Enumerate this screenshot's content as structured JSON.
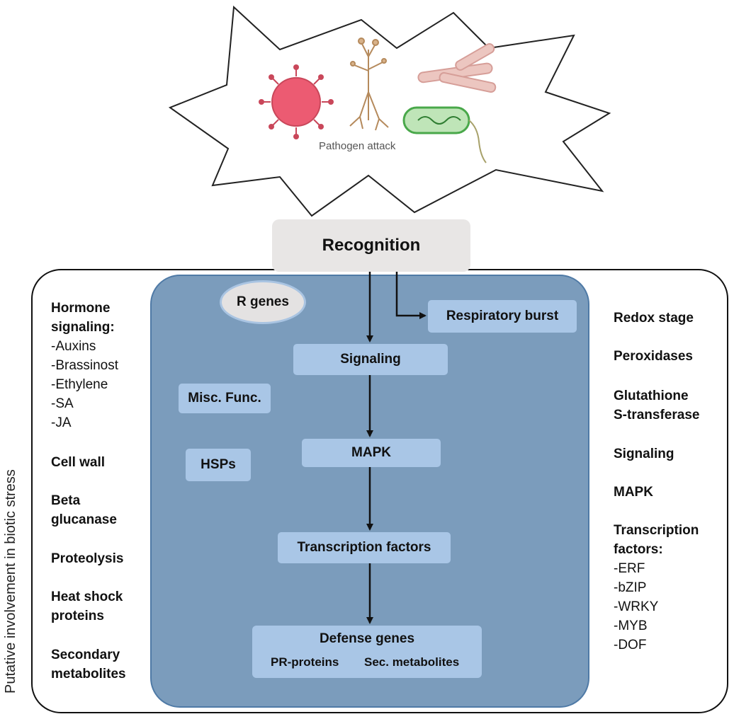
{
  "pathogen": {
    "label": "Pathogen attack"
  },
  "recognition": "Recognition",
  "cell": {
    "r_genes": "R genes",
    "respiratory_burst": "Respiratory burst",
    "signaling": "Signaling",
    "misc": "Misc. Func.",
    "hsps": "HSPs",
    "mapk": "MAPK",
    "transcription_factors": "Transcription factors",
    "defense": {
      "title": "Defense genes",
      "pr": "PR-proteins",
      "sec": "Sec. metabolites"
    }
  },
  "left_panel": {
    "hormone_title_1": "Hormone",
    "hormone_title_2": "signaling:",
    "hormones": [
      "-Auxins",
      "-Brassinost",
      "-Ethylene",
      "-SA",
      "-JA"
    ],
    "cell_wall": "Cell wall",
    "beta_1": "Beta",
    "beta_2": "glucanase",
    "proteolysis": "Proteolysis",
    "heat_1": "Heat shock",
    "heat_2": "proteins",
    "secondary_1": "Secondary",
    "secondary_2": "metabolites"
  },
  "right_panel": {
    "redox": "Redox stage",
    "peroxidases": "Peroxidases",
    "glutathione_1": "Glutathione",
    "glutathione_2": "S-transferase",
    "signaling": "Signaling",
    "mapk": "MAPK",
    "tf_1": "Transcription",
    "tf_2": "factors:",
    "tfs": [
      "-ERF",
      "-bZIP",
      "-WRKY",
      "-MYB",
      "-DOF"
    ]
  },
  "vertical_label": "Putative involvement in biotic stress",
  "colors": {
    "cell": "#7b9cbc",
    "box": "#a9c6e6",
    "recognition": "#e8e6e5",
    "virus": "#e8556a",
    "bacterium": "#5cb85c"
  }
}
